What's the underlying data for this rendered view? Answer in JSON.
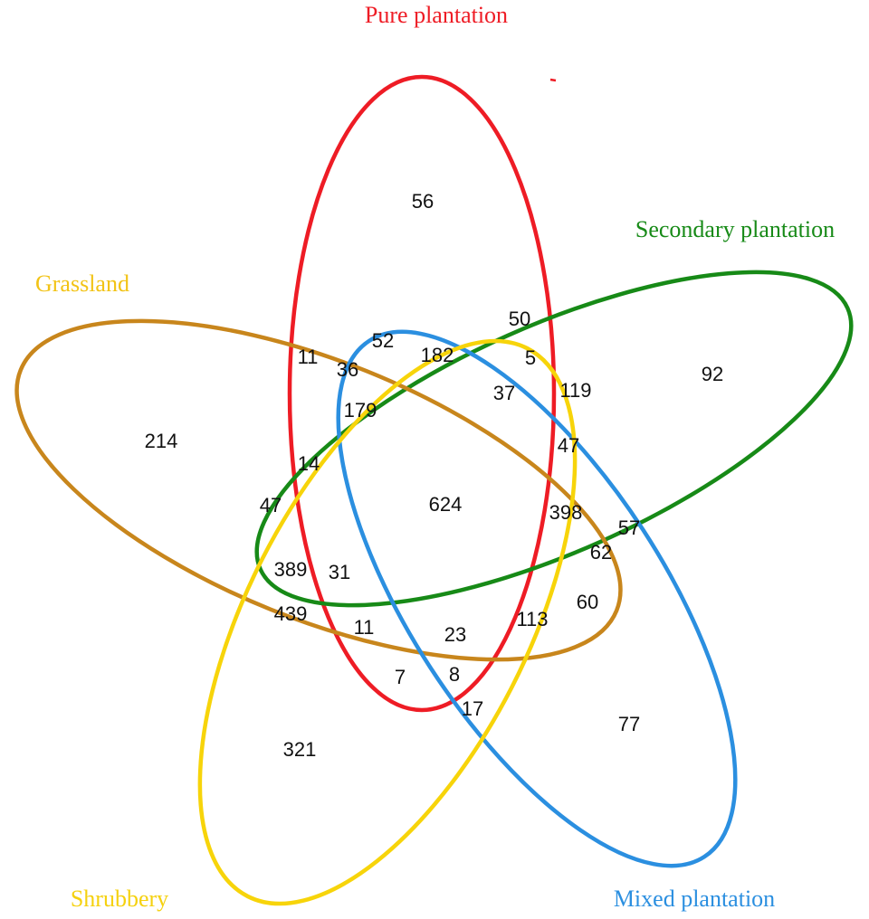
{
  "sets": [
    {
      "key": "pure",
      "label": "Pure plantation",
      "color": "#ee1c25"
    },
    {
      "key": "secondary",
      "label": "Secondary plantation",
      "color": "#178a17"
    },
    {
      "key": "grassland",
      "label": "Grassland",
      "color": "#f2c316"
    },
    {
      "key": "shrubbery",
      "label": "Shrubbery",
      "color": "#f5d10f"
    },
    {
      "key": "mixed",
      "label": "Mixed plantation",
      "color": "#2b8fe0"
    }
  ],
  "outline_colors": {
    "pure": "#ee1c25",
    "secondary": "#178a17",
    "grassland": "#c8861c",
    "shrubbery": "#f7d40a",
    "mixed": "#2b8fe0"
  },
  "counts": [
    {
      "id": "c1",
      "value": "56"
    },
    {
      "id": "c2",
      "value": "92"
    },
    {
      "id": "c3",
      "value": "214"
    },
    {
      "id": "c4",
      "value": "321"
    },
    {
      "id": "c5",
      "value": "77"
    },
    {
      "id": "c6",
      "value": "50"
    },
    {
      "id": "c7",
      "value": "52"
    },
    {
      "id": "c8",
      "value": "182"
    },
    {
      "id": "c9",
      "value": "5"
    },
    {
      "id": "c10",
      "value": "11"
    },
    {
      "id": "c11",
      "value": "36"
    },
    {
      "id": "c12",
      "value": "37"
    },
    {
      "id": "c13",
      "value": "119"
    },
    {
      "id": "c14",
      "value": "179"
    },
    {
      "id": "c15",
      "value": "47"
    },
    {
      "id": "c16",
      "value": "14"
    },
    {
      "id": "c17",
      "value": "624"
    },
    {
      "id": "c18",
      "value": "47"
    },
    {
      "id": "c19",
      "value": "398"
    },
    {
      "id": "c20",
      "value": "57"
    },
    {
      "id": "c21",
      "value": "62"
    },
    {
      "id": "c22",
      "value": "389"
    },
    {
      "id": "c23",
      "value": "31"
    },
    {
      "id": "c24",
      "value": "60"
    },
    {
      "id": "c25",
      "value": "439"
    },
    {
      "id": "c26",
      "value": "113"
    },
    {
      "id": "c27",
      "value": "11"
    },
    {
      "id": "c28",
      "value": "23"
    },
    {
      "id": "c29",
      "value": "7"
    },
    {
      "id": "c30",
      "value": "8"
    },
    {
      "id": "c31",
      "value": "17"
    }
  ]
}
